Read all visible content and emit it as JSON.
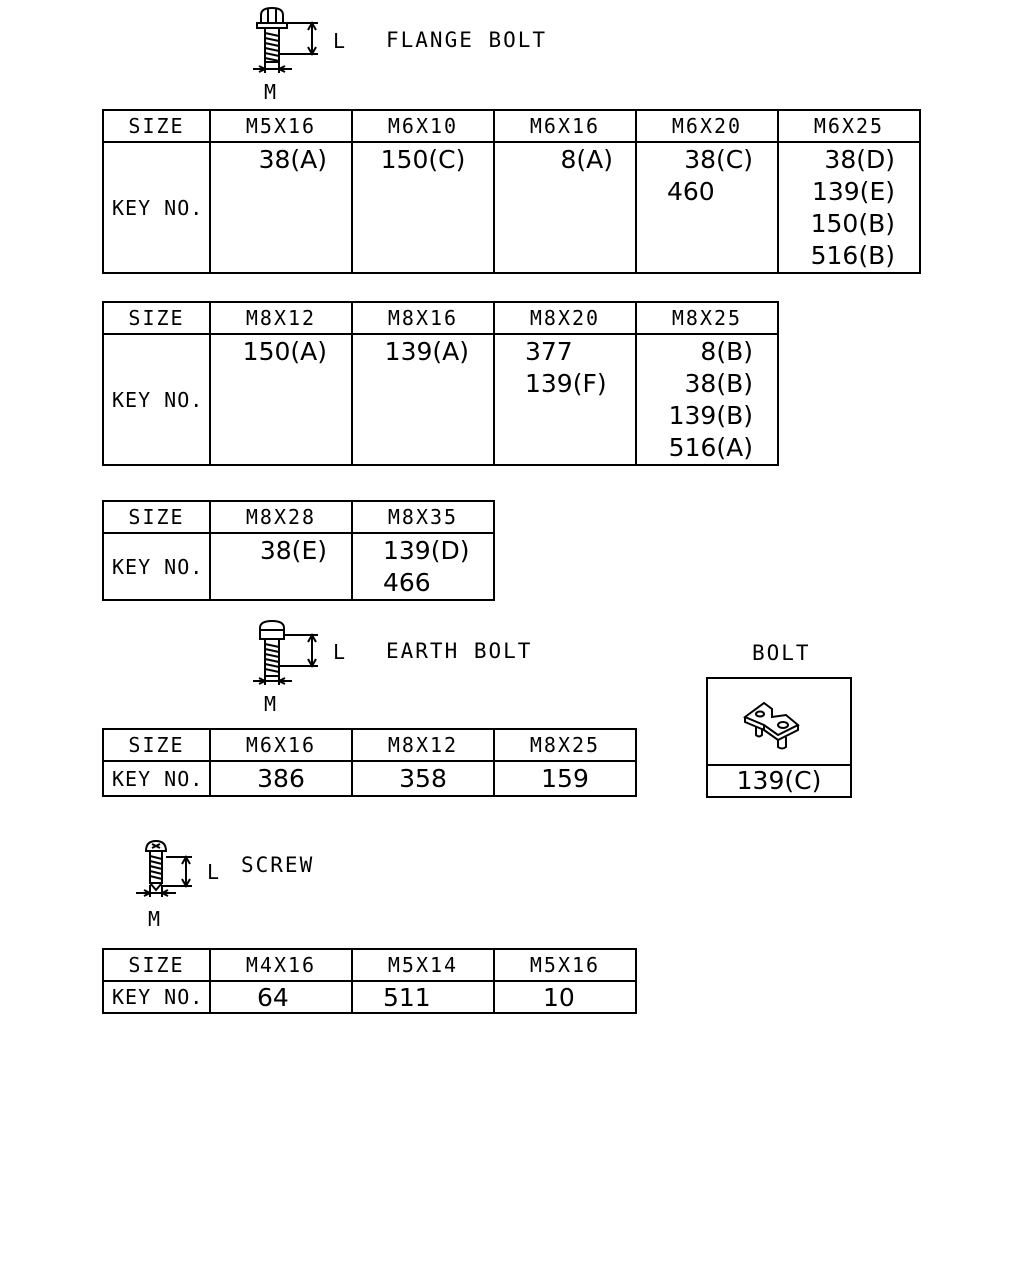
{
  "sections": {
    "flange": {
      "title": "FLANGE BOLT",
      "dim_l": "L",
      "dim_m": "M",
      "tables": [
        {
          "size_label": "SIZE",
          "key_label": "KEY NO.",
          "columns": [
            {
              "size": "M5X16",
              "keys": [
                "38(A)"
              ]
            },
            {
              "size": "M6X10",
              "keys": [
                "150(C)"
              ]
            },
            {
              "size": "M6X16",
              "keys": [
                "8(A)"
              ]
            },
            {
              "size": "M6X20",
              "keys": [
                "38(C)",
                "460"
              ]
            },
            {
              "size": "M6X25",
              "keys": [
                "38(D)",
                "139(E)",
                "150(B)",
                "516(B)"
              ]
            }
          ]
        },
        {
          "size_label": "SIZE",
          "key_label": "KEY NO.",
          "columns": [
            {
              "size": "M8X12",
              "keys": [
                "150(A)"
              ]
            },
            {
              "size": "M8X16",
              "keys": [
                "139(A)"
              ]
            },
            {
              "size": "M8X20",
              "keys": [
                "377",
                "139(F)"
              ]
            },
            {
              "size": "M8X25",
              "keys": [
                "8(B)",
                "38(B)",
                "139(B)",
                "516(A)"
              ]
            }
          ]
        },
        {
          "size_label": "SIZE",
          "key_label": "KEY NO.",
          "columns": [
            {
              "size": "M8X28",
              "keys": [
                "38(E)"
              ]
            },
            {
              "size": "M8X35",
              "keys": [
                "139(D)",
                "466"
              ]
            }
          ]
        }
      ]
    },
    "earth": {
      "title": "EARTH BOLT",
      "dim_l": "L",
      "dim_m": "M",
      "table": {
        "size_label": "SIZE",
        "key_label": "KEY NO.",
        "columns": [
          {
            "size": "M6X16",
            "key": "386"
          },
          {
            "size": "M8X12",
            "key": "358"
          },
          {
            "size": "M8X25",
            "key": "159"
          }
        ]
      }
    },
    "bolt": {
      "title": "BOLT",
      "key": "139(C)"
    },
    "screw": {
      "title": "SCREW",
      "dim_l": "L",
      "dim_m": "M",
      "table": {
        "size_label": "SIZE",
        "key_label": "KEY NO.",
        "columns": [
          {
            "size": "M4X16",
            "key": "64"
          },
          {
            "size": "M5X14",
            "key": "511"
          },
          {
            "size": "M5X16",
            "key": "10"
          }
        ]
      }
    }
  }
}
